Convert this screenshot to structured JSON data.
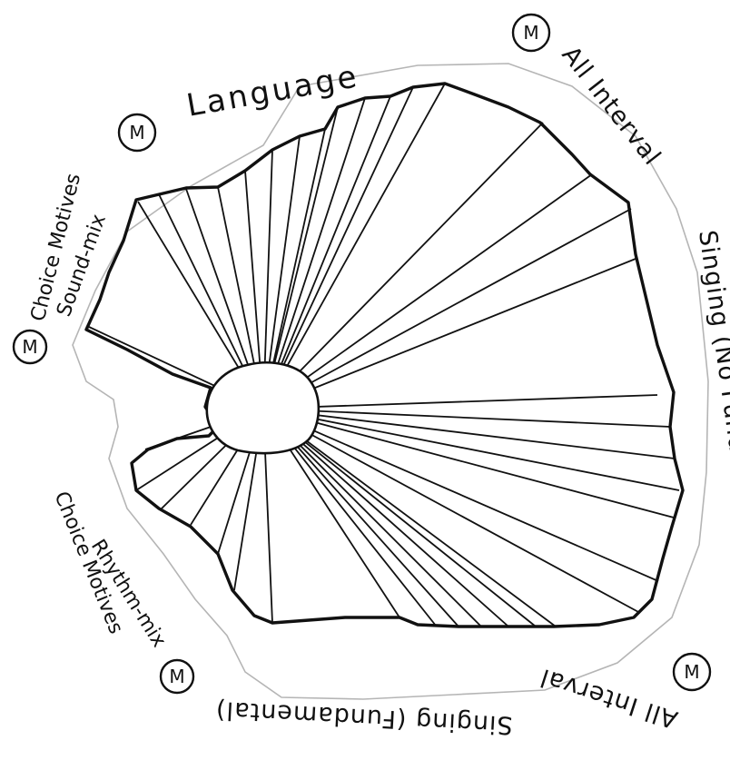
{
  "labels": {
    "language": "Language",
    "all_interval_no_fund_a": "All Interval",
    "all_interval_no_fund_b": "Singing (No Fundamental)",
    "all_interval_fund_a": "All Interval",
    "all_interval_fund_b": "Singing (Fundamental)",
    "choice_sound_a": "Choice Motives",
    "choice_sound_b": "Sound-mix",
    "choice_rhythm_a": "Choice Motives",
    "choice_rhythm_b": "Rhythm-mix"
  },
  "marker_letter": "M",
  "colors": {
    "ink": "#111111",
    "faint": "#9a9a9a"
  }
}
